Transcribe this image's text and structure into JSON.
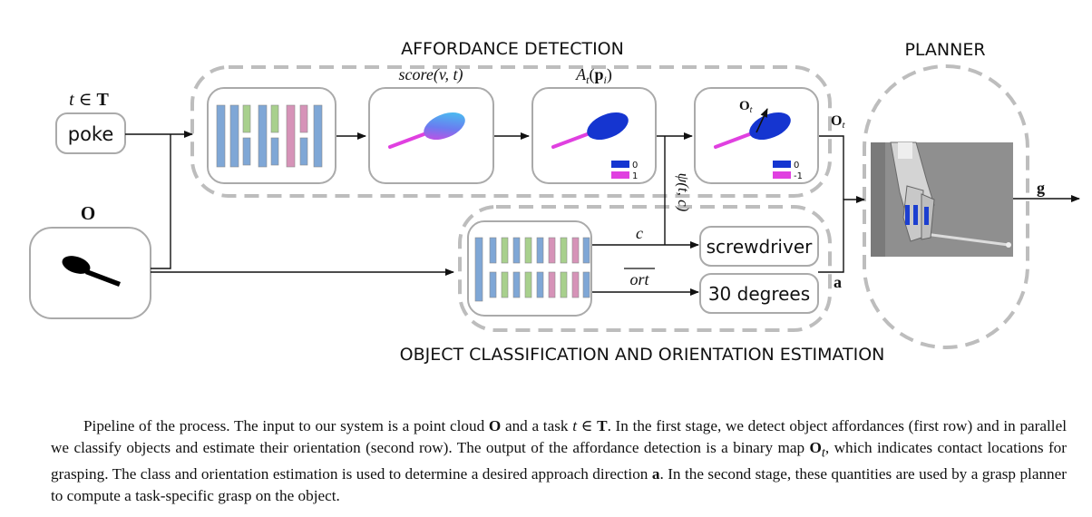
{
  "figure": {
    "section_affordance": "AFFORDANCE DETECTION",
    "section_planner": "PLANNER",
    "section_classification": "OBJECT CLASSIFICATION AND ORIENTATION ESTIMATION",
    "task_label": "t ∈ T",
    "task_value": "poke",
    "input_label": "O",
    "score_label": "score(v,t)",
    "affordance_label": "A_t(p_i)",
    "affordance_legend": [
      "0",
      "1"
    ],
    "output_legend": [
      "0",
      "-1"
    ],
    "output_map_label": "O_t",
    "output_map_side_label": "O_t",
    "psi_label": "ψ(t,c)",
    "class_label": "c",
    "orient_label": "ort",
    "class_value": "screwdriver",
    "orient_value": "30 degrees",
    "approach_label": "a",
    "grasp_label": "g",
    "colors": {
      "dashed_border": "#bdbdbd",
      "box_border": "#aaaaaa",
      "blue_layer": "#7fa7d6",
      "green_layer": "#a8d08d",
      "pink_layer": "#d693b8",
      "affordance_on": "#e040e0",
      "affordance_off": "#1535d0",
      "score_high": "#40c8f0"
    }
  },
  "caption": {
    "s1": "Pipeline of the process. The input to our system is a point cloud ",
    "O": "O",
    "s2": " and a task ",
    "task": "t ∈ T",
    "s3": ". In the first stage, we detect object affordances (first row) and in parallel we classify objects and estimate their orientation (second row). The output of the affordance detection is a binary map ",
    "Ot": "O_t",
    "s4": ", which indicates contact locations for grasping. The class and orientation estimation is used to determine a desired approach direction ",
    "a": "a",
    "s5": ". In the second stage, these quantities are used by a grasp planner to compute a task-specific grasp on the object."
  }
}
